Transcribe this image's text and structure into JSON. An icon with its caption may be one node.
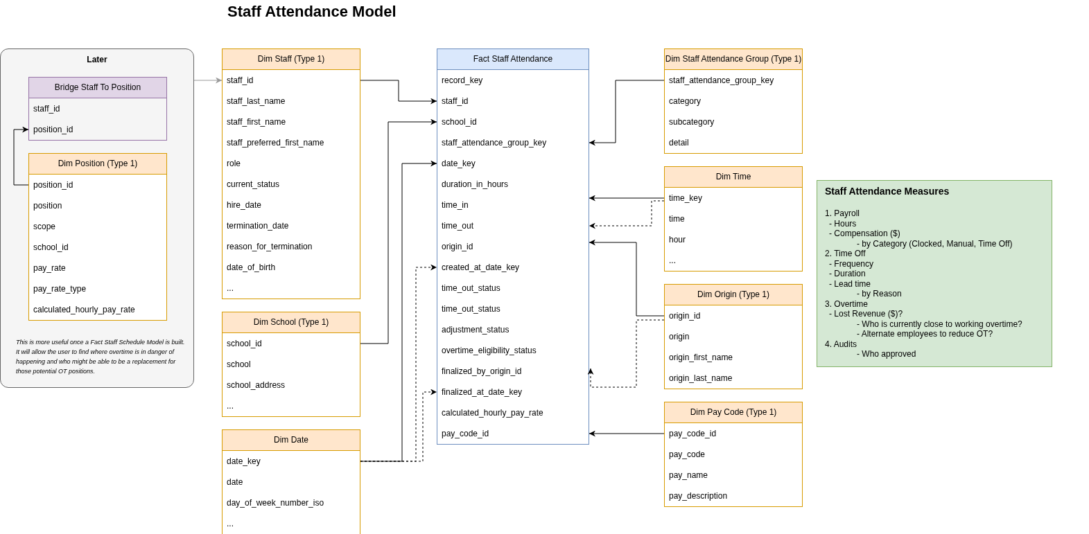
{
  "diagram": {
    "title": "Staff Attendance Model",
    "nodes": [
      {
        "text": [
          "Later",
          "This is more useful once a Fact Staff Schedule Model is built.  It will allow the user to find where overtime is in danger of happening and who might be able to be a replacement for those potential OT positions."
        ]
      },
      {
        "text": [
          "Bridge Staff To Position"
        ],
        "in": 0
      },
      {
        "text": [
          "staff_id"
        ],
        "in": 1
      },
      {
        "text": [
          "position_id"
        ],
        "in": 1
      },
      {
        "text": [
          "Dim Position (Type 1)"
        ],
        "in": 0
      },
      {
        "text": [
          "position_id"
        ],
        "in": 4
      },
      {
        "text": [
          "position"
        ],
        "in": 4
      },
      {
        "text": [
          "scope"
        ],
        "in": 4
      },
      {
        "text": [
          "school_id"
        ],
        "in": 4
      },
      {
        "text": [
          "pay_rate"
        ],
        "in": 4
      },
      {
        "text": [
          "pay_rate_type"
        ],
        "in": 4
      },
      {
        "text": [
          "calculated_hourly_pay_rate"
        ],
        "in": 4
      },
      {
        "text": [
          "Dim Staff (Type 1)"
        ]
      },
      {
        "text": [
          "staff_id"
        ],
        "in": 12
      },
      {
        "text": [
          "staff_last_name"
        ],
        "in": 12
      },
      {
        "text": [
          "staff_first_name"
        ],
        "in": 12
      },
      {
        "text": [
          "staff_preferred_first_name"
        ],
        "in": 12
      },
      {
        "text": [
          "role"
        ],
        "in": 12
      },
      {
        "text": [
          "current_status"
        ],
        "in": 12
      },
      {
        "text": [
          "hire_date"
        ],
        "in": 12
      },
      {
        "text": [
          "termination_date"
        ],
        "in": 12
      },
      {
        "text": [
          "reason_for_termination"
        ],
        "in": 12
      },
      {
        "text": [
          "date_of_birth"
        ],
        "in": 12
      },
      {
        "text": [
          "..."
        ],
        "in": 12
      },
      {
        "text": [
          "Dim School (Type 1)"
        ]
      },
      {
        "text": [
          "school_id"
        ],
        "in": 24
      },
      {
        "text": [
          "school"
        ],
        "in": 24
      },
      {
        "text": [
          "school_address"
        ],
        "in": 24
      },
      {
        "text": [
          "..."
        ],
        "in": 24
      },
      {
        "text": [
          "Dim Date"
        ]
      },
      {
        "text": [
          "date_key"
        ],
        "in": 29
      },
      {
        "text": [
          "date"
        ],
        "in": 29
      },
      {
        "text": [
          "day_of_week_number_iso"
        ],
        "in": 29
      },
      {
        "text": [
          "..."
        ],
        "in": 29
      },
      {
        "text": [
          "Fact Staff Attendance"
        ]
      },
      {
        "text": [
          "record_key"
        ],
        "in": 34
      },
      {
        "text": [
          "staff_id"
        ],
        "in": 34
      },
      {
        "text": [
          "school_id"
        ],
        "in": 34
      },
      {
        "text": [
          "staff_attendance_group_key"
        ],
        "in": 34
      },
      {
        "text": [
          "date_key"
        ],
        "in": 34
      },
      {
        "text": [
          "duration_in_hours"
        ],
        "in": 34
      },
      {
        "text": [
          "time_in"
        ],
        "in": 34
      },
      {
        "text": [
          "time_out"
        ],
        "in": 34
      },
      {
        "text": [
          "origin_id"
        ],
        "in": 34
      },
      {
        "text": [
          "created_at_date_key"
        ],
        "in": 34
      },
      {
        "text": [
          "time_out_status"
        ],
        "in": 34
      },
      {
        "text": [
          "time_out_status"
        ],
        "in": 34
      },
      {
        "text": [
          "adjustment_status"
        ],
        "in": 34
      },
      {
        "text": [
          "overtime_eligibility_status"
        ],
        "in": 34
      },
      {
        "text": [
          "finalized_by_origin_id"
        ],
        "in": 34
      },
      {
        "text": [
          "finalized_at_date_key"
        ],
        "in": 34
      },
      {
        "text": [
          "calculated_hourly_pay_rate"
        ],
        "in": 34
      },
      {
        "text": [
          "pay_code_id"
        ],
        "in": 34
      },
      {
        "text": [
          "Dim Staff Attendance Group (Type 1)"
        ]
      },
      {
        "text": [
          "staff_attendance_group_key"
        ],
        "in": 53
      },
      {
        "text": [
          "category"
        ],
        "in": 53
      },
      {
        "text": [
          "subcategory"
        ],
        "in": 53
      },
      {
        "text": [
          "detail"
        ],
        "in": 53
      },
      {
        "text": [
          "Dim Time"
        ]
      },
      {
        "text": [
          "time_key"
        ],
        "in": 58
      },
      {
        "text": [
          "time"
        ],
        "in": 58
      },
      {
        "text": [
          "hour"
        ],
        "in": 58
      },
      {
        "text": [
          "..."
        ],
        "in": 58
      },
      {
        "text": [
          "Dim Origin (Type 1)"
        ]
      },
      {
        "text": [
          "origin_id"
        ],
        "in": 63
      },
      {
        "text": [
          "origin"
        ],
        "in": 63
      },
      {
        "text": [
          "origin_first_name"
        ],
        "in": 63
      },
      {
        "text": [
          "origin_last_name"
        ],
        "in": 63
      },
      {
        "text": [
          "Dim Pay Code (Type 1)"
        ]
      },
      {
        "text": [
          "pay_code_id"
        ],
        "in": 68
      },
      {
        "text": [
          "pay_code"
        ],
        "in": 68
      },
      {
        "text": [
          "pay_name"
        ],
        "in": 68
      },
      {
        "text": [
          "pay_description"
        ],
        "in": 68
      },
      {
        "text": [
          "Staff Attendance Measures",
          "1. Payroll",
          "- Hours",
          "- Compensation ($)",
          "- by Category (Clocked, Manual, Time Off)",
          "2. Time Off",
          "- Frequency",
          "- Duration",
          "- Lead time",
          "- by Reason",
          "3. Overtime",
          "- Lost Revenue ($)?",
          "- Who is currently close to working overtime?",
          "- Alternate employees to reduce OT?",
          "4. Audits",
          "- Who approved"
        ]
      }
    ],
    "edges": [
      {
        "from": 0,
        "to": 13,
        "arrow": "to",
        "color": "#999999"
      },
      {
        "from": 5,
        "to": 3,
        "arrow": "to"
      },
      {
        "from": 13,
        "to": 36,
        "arrow": "to"
      },
      {
        "from": 25,
        "to": 37,
        "arrow": "to"
      },
      {
        "from": 30,
        "to": 39,
        "arrow": "to"
      },
      {
        "from": 30,
        "to": 44,
        "arrow": "to",
        "style": "dashed"
      },
      {
        "from": 30,
        "to": 50,
        "arrow": "to",
        "style": "dashed"
      },
      {
        "from": 54,
        "to": 38,
        "arrow": "to"
      },
      {
        "from": 59,
        "to": 41,
        "arrow": "to"
      },
      {
        "from": 59,
        "to": 42,
        "arrow": "to",
        "style": "dashed"
      },
      {
        "from": 64,
        "to": 43,
        "arrow": "to"
      },
      {
        "from": 64,
        "to": 49,
        "arrow": "to",
        "style": "dashed"
      },
      {
        "from": 69,
        "to": 52,
        "arrow": "to"
      }
    ]
  }
}
